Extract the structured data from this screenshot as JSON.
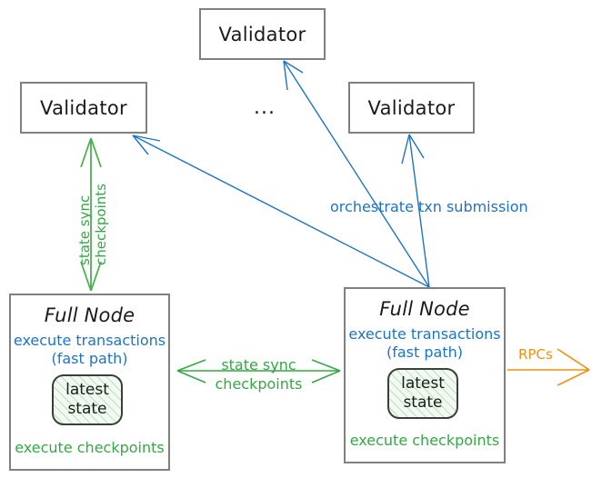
{
  "diagram": {
    "title": "Sui validator and full node architecture",
    "colors": {
      "blue": "#1f73c4",
      "green": "#35a745",
      "orange": "#f2900d",
      "box_border": "#808080",
      "text": "#1a1a1a"
    },
    "validators": [
      {
        "id": "validator-top",
        "label": "Validator"
      },
      {
        "id": "validator-left",
        "label": "Validator"
      },
      {
        "id": "validator-right",
        "label": "Validator"
      }
    ],
    "ellipsis": "...",
    "full_nodes": [
      {
        "id": "full-node-left",
        "title": "Full Node",
        "execute_transactions_line1": "execute transactions",
        "execute_transactions_line2": "(fast path)",
        "state_line1": "latest",
        "state_line2": "state",
        "execute_checkpoints": "execute checkpoints"
      },
      {
        "id": "full-node-right",
        "title": "Full Node",
        "execute_transactions_line1": "execute transactions",
        "execute_transactions_line2": "(fast path)",
        "state_line1": "latest",
        "state_line2": "state",
        "execute_checkpoints": "execute checkpoints"
      }
    ],
    "edges": {
      "vertical_state_sync_line1": "state sync",
      "vertical_state_sync_line2": "checkpoints",
      "horizontal_state_sync_line1": "state sync",
      "horizontal_state_sync_line2": "checkpoints",
      "orchestrate": "orchestrate txn submission",
      "rpcs": "RPCs"
    }
  }
}
